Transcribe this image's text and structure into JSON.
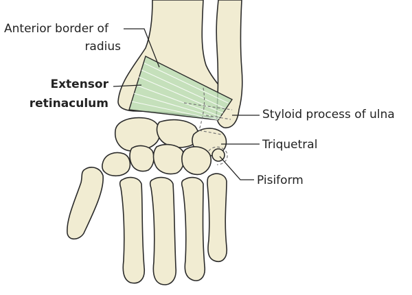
{
  "labels": {
    "anterior_border_line1": "Anterior border of",
    "anterior_border_line2": "radius",
    "extensor_line1": "Extensor",
    "extensor_line2": "retinaculum",
    "styloid": "Styloid process of ulna",
    "triquetral": "Triquetral",
    "pisiform": "Pisiform"
  },
  "colors": {
    "bone_fill": "#f1ecd2",
    "retinaculum_fill": "#b9dcb5",
    "outline": "#2a2a2a"
  }
}
